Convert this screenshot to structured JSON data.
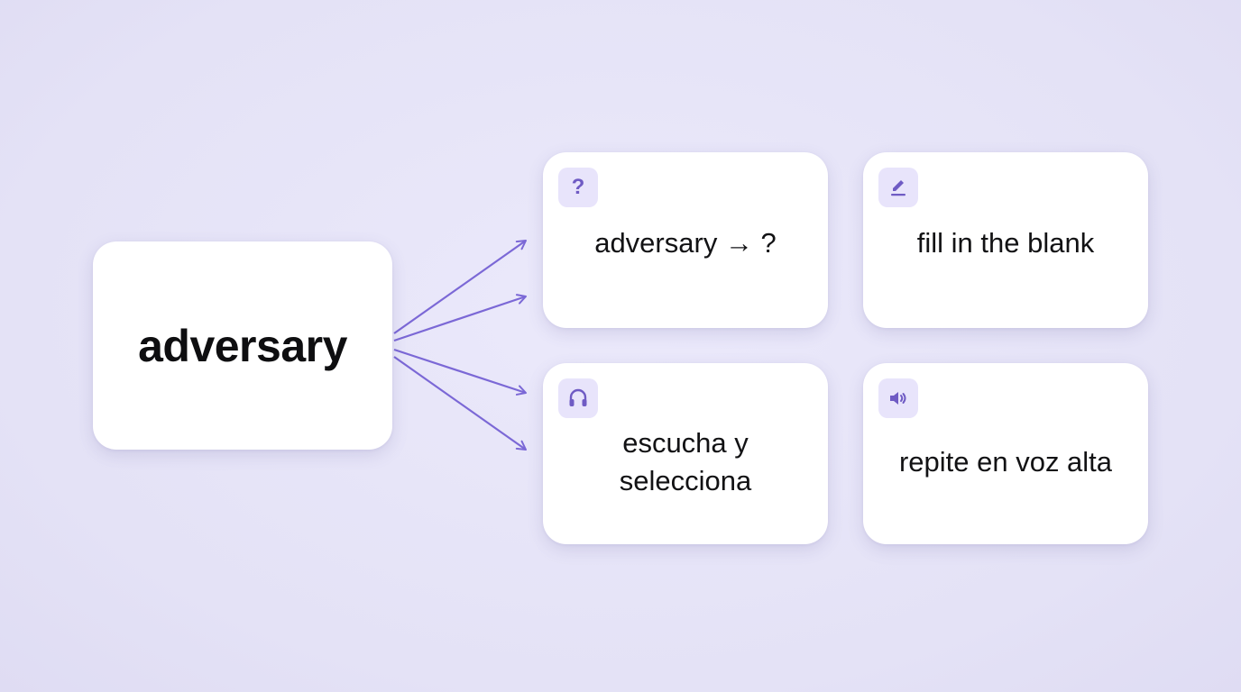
{
  "source": {
    "word": "adversary"
  },
  "exercises": [
    {
      "label": "adversary → ?",
      "icon": "question-mark-icon",
      "icon_glyph": "?"
    },
    {
      "label": "fill in the blank",
      "icon": "pencil-icon"
    },
    {
      "label": "escucha y selecciona",
      "icon": "headphones-icon"
    },
    {
      "label": "repite en voz alta",
      "icon": "speaker-icon"
    }
  ],
  "colors": {
    "background": "#e6e4f7",
    "accent": "#7b68d6",
    "badge_background": "#e8e4fb",
    "card": "#ffffff",
    "text": "#111111"
  }
}
